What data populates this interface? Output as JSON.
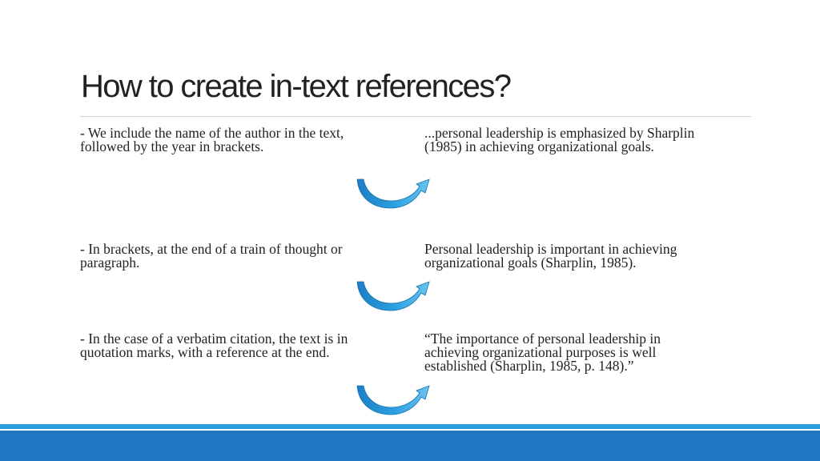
{
  "slide": {
    "title": "How to create in-text references?",
    "accent_colors": {
      "arrow": "#2a9fe0",
      "footer_line": "#2a9fe0",
      "footer_bar": "#1e79c2"
    },
    "rows": [
      {
        "left": [
          "- We include the name of the author in the text,",
          "followed by the year in brackets."
        ],
        "right": [
          "...personal leadership is emphasized by Sharplin",
          "(1985) in achieving organizational goals."
        ],
        "arrow_icon": "curved-arrow-icon"
      },
      {
        "left": [
          "- In brackets, at the end of a train of thought or",
          "paragraph."
        ],
        "right": [
          "Personal leadership is important in achieving",
          "organizational goals (Sharplin, 1985)."
        ],
        "arrow_icon": "curved-arrow-icon"
      },
      {
        "left": [
          "- In the case of a verbatim citation, the text is in",
          "quotation marks, with a reference at the end."
        ],
        "right": [
          "“The importance of personal leadership in",
          "achieving organizational purposes is well",
          "established (Sharplin, 1985, p. 148).”"
        ],
        "arrow_icon": "curved-arrow-icon"
      }
    ]
  }
}
